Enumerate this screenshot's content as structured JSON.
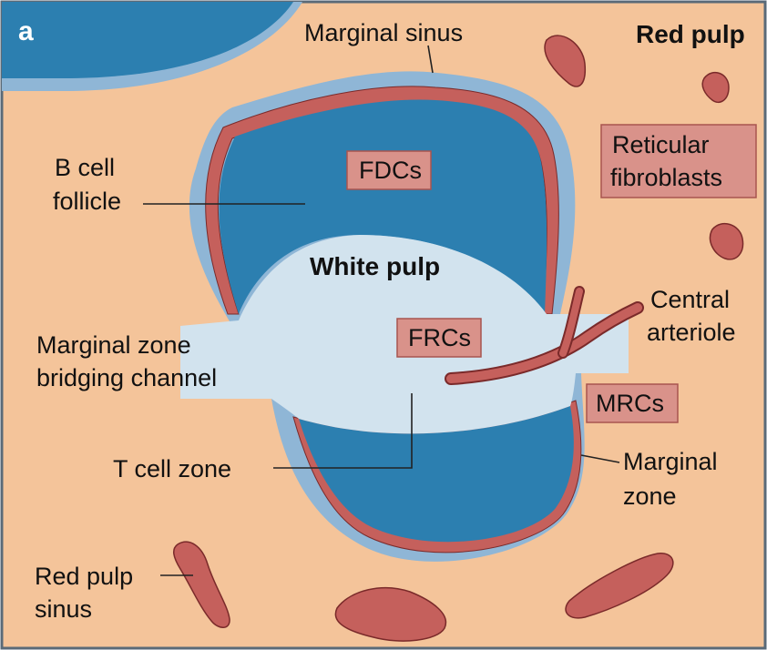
{
  "panel_letter": "a",
  "colors": {
    "background": "#f4c49a",
    "border": "#5a6a78",
    "dark_blue": "#2c7fb0",
    "light_blue": "#8fb6d6",
    "pale_blue": "#d2e3ee",
    "red_cells": "#c5605c",
    "red_outline": "#7a2a2a",
    "label_box_fill": "#d9928a",
    "label_box_stroke": "#a8544f"
  },
  "labels": {
    "marginal_sinus": "Marginal sinus",
    "red_pulp": "Red pulp",
    "b_cell_follicle_line1": "B cell",
    "b_cell_follicle_line2": "follicle",
    "fdcs": "FDCs",
    "reticular_fibroblasts_line1": "Reticular",
    "reticular_fibroblasts_line2": "fibroblasts",
    "white_pulp": "White pulp",
    "central_arteriole_line1": "Central",
    "central_arteriole_line2": "arteriole",
    "marginal_zone_bridging_channel_line1": "Marginal zone",
    "marginal_zone_bridging_channel_line2": "bridging channel",
    "frcs": "FRCs",
    "mrcs": "MRCs",
    "t_cell_zone": "T cell zone",
    "marginal_zone_line1": "Marginal",
    "marginal_zone_line2": "zone",
    "red_pulp_sinus_line1": "Red pulp",
    "red_pulp_sinus_line2": "sinus"
  }
}
